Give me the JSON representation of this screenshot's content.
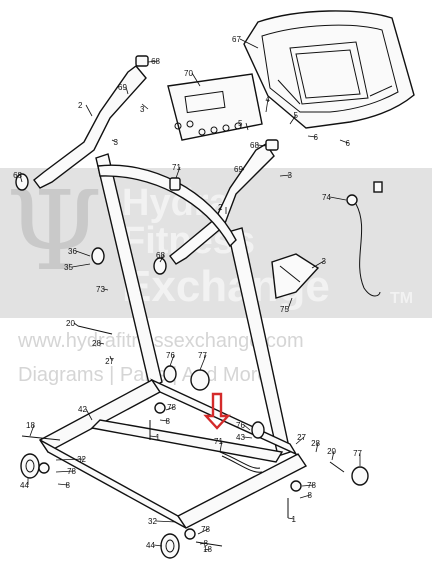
{
  "watermark": {
    "logo_glyph": "Ψ",
    "line1": "Hydra",
    "line2": "Fitness",
    "line3": "Exchange",
    "tm": "TM",
    "url": "www.hydrafitnessexchange.com",
    "tagline": "Diagrams | Parts | And More"
  },
  "callouts": [
    {
      "text": "67"
    },
    {
      "text": "68"
    },
    {
      "text": "70"
    },
    {
      "text": "69"
    },
    {
      "text": "2"
    },
    {
      "text": "3"
    },
    {
      "text": "3"
    },
    {
      "text": "4"
    },
    {
      "text": "5"
    },
    {
      "text": "5"
    },
    {
      "text": "6"
    },
    {
      "text": "6"
    },
    {
      "text": "68"
    },
    {
      "text": "71"
    },
    {
      "text": "69"
    },
    {
      "text": "3"
    },
    {
      "text": "2"
    },
    {
      "text": "68"
    },
    {
      "text": "74"
    },
    {
      "text": "36"
    },
    {
      "text": "35"
    },
    {
      "text": "68"
    },
    {
      "text": "73"
    },
    {
      "text": "3"
    },
    {
      "text": "75"
    },
    {
      "text": "20"
    },
    {
      "text": "28"
    },
    {
      "text": "27"
    },
    {
      "text": "76"
    },
    {
      "text": "77"
    },
    {
      "text": "42"
    },
    {
      "text": "78"
    },
    {
      "text": "8"
    },
    {
      "text": "1"
    },
    {
      "text": "18"
    },
    {
      "text": "71"
    },
    {
      "text": "76"
    },
    {
      "text": "43"
    },
    {
      "text": "27"
    },
    {
      "text": "28"
    },
    {
      "text": "20"
    },
    {
      "text": "77"
    },
    {
      "text": "32"
    },
    {
      "text": "78"
    },
    {
      "text": "8"
    },
    {
      "text": "44"
    },
    {
      "text": "78"
    },
    {
      "text": "8"
    },
    {
      "text": "1"
    },
    {
      "text": "32"
    },
    {
      "text": "44"
    },
    {
      "text": "78"
    },
    {
      "text": "8"
    },
    {
      "text": "18"
    }
  ],
  "colors": {
    "arrow": "#d42a2a",
    "line_art": "#111111",
    "watermark_band": "#969696"
  }
}
